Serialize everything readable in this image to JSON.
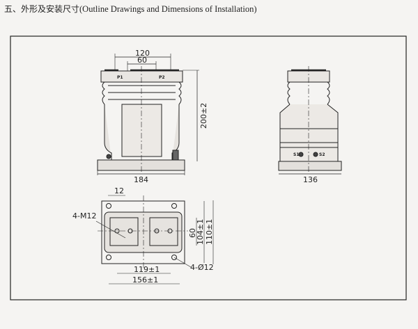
{
  "section_title": {
    "cn": "五、外形及安装尺寸",
    "en": "(Outline Drawings and Dimensions of Installation)"
  },
  "front_view": {
    "dim_top_outer": "120",
    "dim_top_inner": "60",
    "height": "200±2",
    "width": "184",
    "terminal_p1": "P1",
    "terminal_p2": "P2"
  },
  "side_view": {
    "width": "136",
    "terminal_s1": "S1",
    "terminal_s2": "S2"
  },
  "bottom_view": {
    "slot_width": "12",
    "thread": "4-M12",
    "hole": "4-Ø12",
    "dim_60": "60",
    "dim_104": "104±1",
    "dim_110": "110±1",
    "dim_119": "119±1",
    "dim_156": "156±1"
  }
}
